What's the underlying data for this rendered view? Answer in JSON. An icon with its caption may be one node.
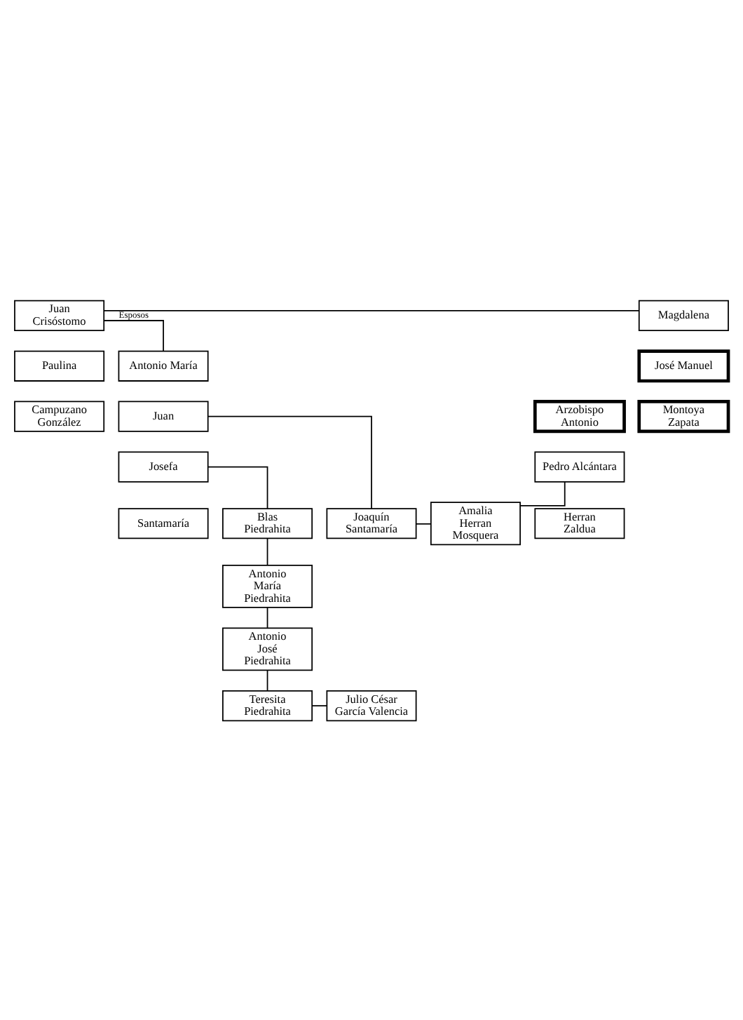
{
  "diagram": {
    "nodes": [
      {
        "text": [
          "Juan Crisóstomo"
        ]
      },
      {
        "text": [
          "Paulina"
        ]
      },
      {
        "text": [
          "Campuzano González"
        ]
      },
      {
        "text": [
          "Magdalena"
        ]
      },
      {
        "text": [
          "José Manuel"
        ]
      },
      {
        "text": [
          "Montoya Zapata"
        ]
      },
      {
        "text": [
          "Antonio María"
        ]
      },
      {
        "text": [
          "Juan"
        ]
      },
      {
        "text": [
          "Josefa"
        ]
      },
      {
        "text": [
          "Santamaría"
        ]
      },
      {
        "text": [
          "Arzobispo Antonio"
        ]
      },
      {
        "text": [
          "Pedro Alcántara"
        ]
      },
      {
        "text": [
          "Herran Zaldua"
        ]
      },
      {
        "text": [
          "Blas Piedrahita"
        ]
      },
      {
        "text": [
          "Joaquín Santamaría"
        ]
      },
      {
        "text": [
          "Amalia Herran Mosquera"
        ]
      },
      {
        "text": [
          "Antonio María Piedrahita"
        ]
      },
      {
        "text": [
          "Antonio José Piedrahita"
        ]
      },
      {
        "text": [
          "Teresita Piedrahita"
        ]
      },
      {
        "text": [
          "Julio César García Valencia"
        ]
      }
    ],
    "edges": [
      {
        "from": 0,
        "to": 3,
        "arrow": "none"
      },
      {
        "from": 0,
        "to": 6,
        "arrow": "none",
        "label": "Esposos"
      },
      {
        "from": 7,
        "to": 14,
        "arrow": "none"
      },
      {
        "from": 8,
        "to": 13,
        "arrow": "none"
      },
      {
        "from": 11,
        "to": 15,
        "arrow": "none"
      },
      {
        "from": 14,
        "to": 15,
        "arrow": "none"
      },
      {
        "from": 13,
        "to": 16,
        "arrow": "none"
      },
      {
        "from": 16,
        "to": 17,
        "arrow": "none"
      },
      {
        "from": 17,
        "to": 18,
        "arrow": "none"
      },
      {
        "from": 18,
        "to": 19,
        "arrow": "none"
      }
    ]
  }
}
